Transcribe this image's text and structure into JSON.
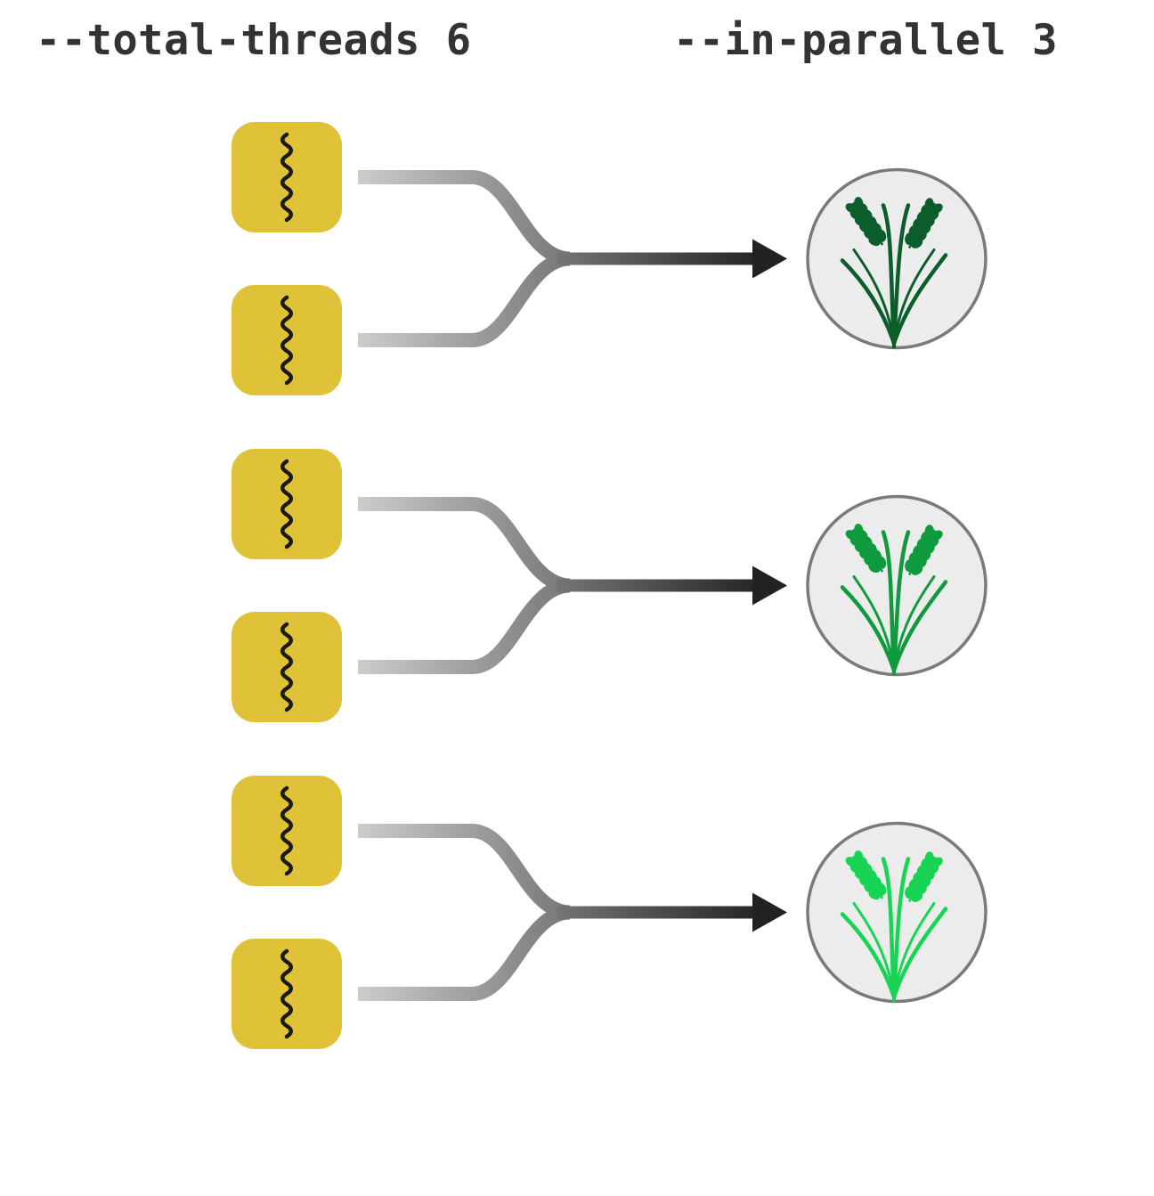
{
  "labels": {
    "total_threads": "--total-threads 6",
    "in_parallel": "--in-parallel 3"
  },
  "colors": {
    "thread_box": "#e0c238",
    "thread_icon": "#1a1a1a",
    "circle_fill": "#ececec",
    "circle_stroke": "#7a7a7a",
    "connector_light": "#cccccc",
    "connector_mid": "#888888",
    "arrow_dark": "#222222",
    "plant_colors": [
      "#0b5e2b",
      "#0f9a3e",
      "#18d454"
    ]
  },
  "icons": {
    "thread": "thread-squiggle-icon",
    "job": "wheat-plant-icon"
  },
  "groups": [
    {
      "threads": 2,
      "plant_color_index": 0
    },
    {
      "threads": 2,
      "plant_color_index": 1
    },
    {
      "threads": 2,
      "plant_color_index": 2
    }
  ]
}
